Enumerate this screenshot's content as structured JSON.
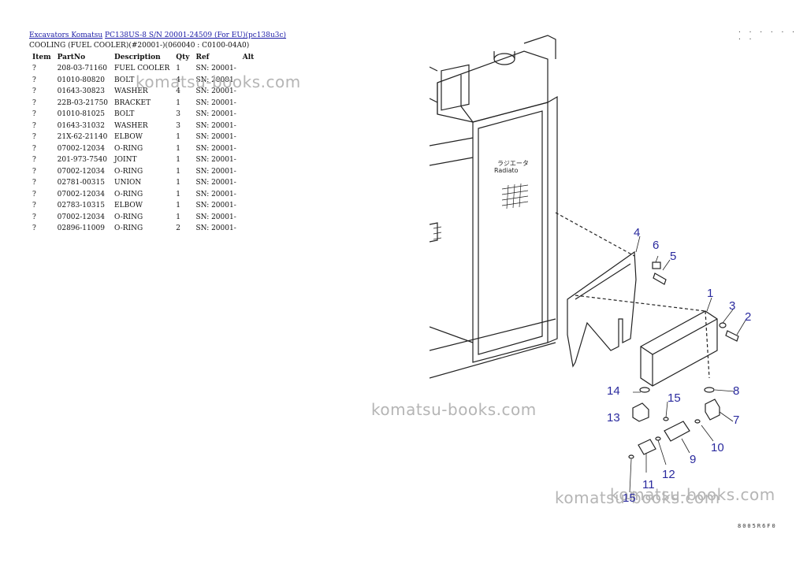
{
  "breadcrumb": {
    "link1": "Excavators Komatsu",
    "link2": "PC138US-8 S/N 20001-24509 (For EU)(pc138u3c)"
  },
  "page_title": "COOLING (FUEL COOLER)(#20001-)(060040 : C0100-04A0)",
  "corner_dots": ". . . . . . . .",
  "table": {
    "headers": [
      "Item",
      "PartNo",
      "Description",
      "Qty",
      "Ref",
      "Alt"
    ],
    "rows": [
      {
        "item": "?",
        "partno": "208-03-71160",
        "desc": "FUEL COOLER",
        "qty": "1",
        "ref": "SN: 20001-"
      },
      {
        "item": "?",
        "partno": "01010-80820",
        "desc": "BOLT",
        "qty": "4",
        "ref": "SN: 20001-"
      },
      {
        "item": "?",
        "partno": "01643-30823",
        "desc": "WASHER",
        "qty": "4",
        "ref": "SN: 20001-"
      },
      {
        "item": "?",
        "partno": "22B-03-21750",
        "desc": "BRACKET",
        "qty": "1",
        "ref": "SN: 20001-"
      },
      {
        "item": "?",
        "partno": "01010-81025",
        "desc": "BOLT",
        "qty": "3",
        "ref": "SN: 20001-"
      },
      {
        "item": "?",
        "partno": "01643-31032",
        "desc": "WASHER",
        "qty": "3",
        "ref": "SN: 20001-"
      },
      {
        "item": "?",
        "partno": "21X-62-21140",
        "desc": "ELBOW",
        "qty": "1",
        "ref": "SN: 20001-"
      },
      {
        "item": "?",
        "partno": "07002-12034",
        "desc": "O-RING",
        "qty": "1",
        "ref": "SN: 20001-"
      },
      {
        "item": "?",
        "partno": "201-973-7540",
        "desc": "JOINT",
        "qty": "1",
        "ref": "SN: 20001-"
      },
      {
        "item": "?",
        "partno": "07002-12034",
        "desc": "O-RING",
        "qty": "1",
        "ref": "SN: 20001-"
      },
      {
        "item": "?",
        "partno": "02781-00315",
        "desc": "UNION",
        "qty": "1",
        "ref": "SN: 20001-"
      },
      {
        "item": "?",
        "partno": "07002-12034",
        "desc": "O-RING",
        "qty": "1",
        "ref": "SN: 20001-"
      },
      {
        "item": "?",
        "partno": "02783-10315",
        "desc": "ELBOW",
        "qty": "1",
        "ref": "SN: 20001-"
      },
      {
        "item": "?",
        "partno": "07002-12034",
        "desc": "O-RING",
        "qty": "1",
        "ref": "SN: 20001-"
      },
      {
        "item": "?",
        "partno": "02896-11009",
        "desc": "O-RING",
        "qty": "2",
        "ref": "SN: 20001-"
      }
    ]
  },
  "watermark_text": "komatsu-books.com",
  "diagram": {
    "radiator_label_jp": "ラジエータ",
    "radiator_label_en": "Radiato",
    "callouts": [
      "1",
      "2",
      "3",
      "4",
      "5",
      "6",
      "7",
      "8",
      "9",
      "10",
      "11",
      "12",
      "13",
      "14",
      "15",
      "15"
    ],
    "code": "8005R6F0"
  }
}
